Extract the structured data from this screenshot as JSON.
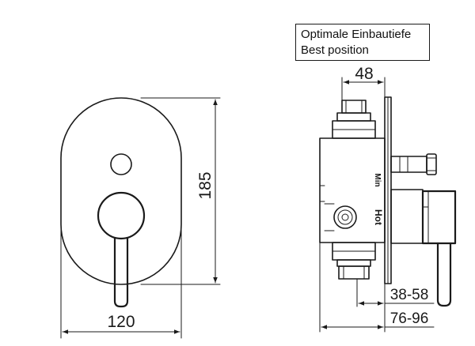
{
  "note": {
    "line1": "Optimale Einbautiefe",
    "line2": "Best position"
  },
  "front_view": {
    "width_label": "120",
    "height_label": "185"
  },
  "side_view": {
    "top_dim_label": "48",
    "dim_label_1": "38-58",
    "dim_label_2": "76-96",
    "marking_min": "Min",
    "marking_hot": "Hot"
  }
}
